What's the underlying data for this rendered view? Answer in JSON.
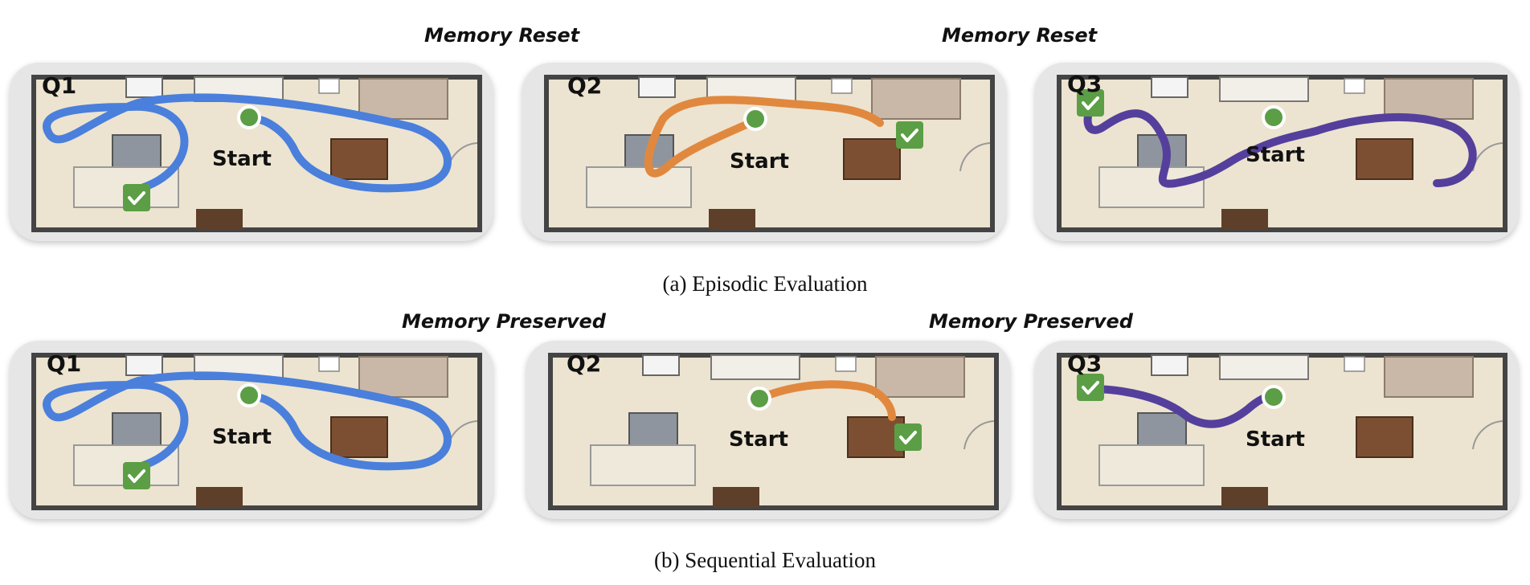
{
  "rows": [
    {
      "caption": "(a) Episodic Evaluation",
      "memory_labels": [
        "Memory Reset",
        "Memory Reset"
      ],
      "panels": [
        {
          "query": "Q1",
          "start_label": "Start",
          "path_color": "#4a7fdc",
          "path_icon": "path-curve",
          "goal_icon": "check-icon"
        },
        {
          "query": "Q2",
          "start_label": "Start",
          "path_color": "#e1883f",
          "path_icon": "path-curve",
          "goal_icon": "check-icon"
        },
        {
          "query": "Q3",
          "start_label": "Start",
          "path_color": "#553f9c",
          "path_icon": "path-curve",
          "goal_icon": "check-icon"
        }
      ]
    },
    {
      "caption": "(b) Sequential Evaluation",
      "memory_labels": [
        "Memory Preserved",
        "Memory Preserved"
      ],
      "panels": [
        {
          "query": "Q1",
          "start_label": "Start",
          "path_color": "#4a7fdc",
          "path_icon": "path-curve",
          "goal_icon": "check-icon"
        },
        {
          "query": "Q2",
          "start_label": "Start",
          "path_color": "#e1883f",
          "path_icon": "path-curve",
          "goal_icon": "check-icon"
        },
        {
          "query": "Q3",
          "start_label": "Start",
          "path_color": "#553f9c",
          "path_icon": "path-curve",
          "goal_icon": "check-icon"
        }
      ]
    }
  ],
  "colors": {
    "start_dot": "#5b9e45",
    "check_box": "#5b9e45",
    "floor": "#ece4d0",
    "wall": "#444444"
  }
}
